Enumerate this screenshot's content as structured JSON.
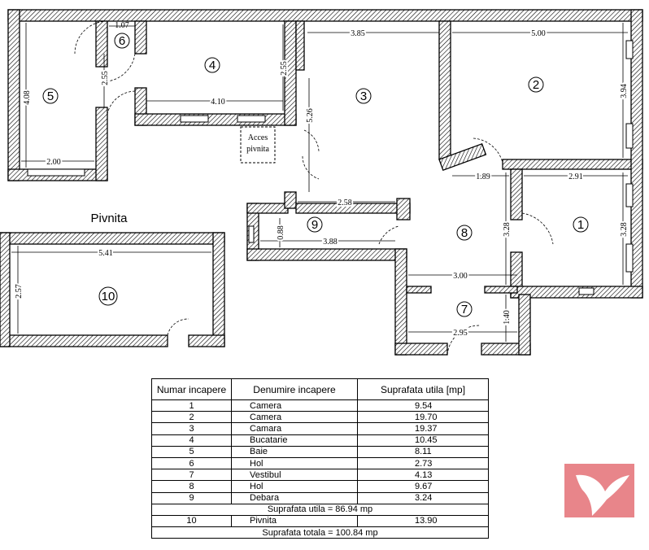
{
  "plan": {
    "basement_label": "Pivnita",
    "acces_label_1": "Acces",
    "acces_label_2": "pivnita",
    "rooms": [
      {
        "num": "1"
      },
      {
        "num": "2"
      },
      {
        "num": "3"
      },
      {
        "num": "4"
      },
      {
        "num": "5"
      },
      {
        "num": "6"
      },
      {
        "num": "7"
      },
      {
        "num": "8"
      },
      {
        "num": "9"
      },
      {
        "num": "10"
      }
    ],
    "dimensions": {
      "d_1_07": "1.07",
      "d_3_85": "3.85",
      "d_5_00": "5.00",
      "d_2_55a": "2.55",
      "d_2_55b": "2.55",
      "d_4_08": "4.08",
      "d_4_10": "4.10",
      "d_5_26": "5.26",
      "d_3_94": "3.94",
      "d_2_00": "2.00",
      "d_1_89": "1.89",
      "d_2_91": "2.91",
      "d_2_58": "2.58",
      "d_0_88": "0.88",
      "d_3_28a": "3.28",
      "d_3_28b": "3.28",
      "d_3_88": "3.88",
      "d_5_41": "5.41",
      "d_2_57": "2.57",
      "d_3_00": "3.00",
      "d_1_40": "1.40",
      "d_2_95": "2.95"
    }
  },
  "table": {
    "headers": {
      "num": "Numar incapere",
      "name": "Denumire incapere",
      "area": "Suprafata utila [mp]"
    },
    "rows": [
      {
        "num": "1",
        "name": "Camera",
        "area": "9.54"
      },
      {
        "num": "2",
        "name": "Camera",
        "area": "19.70"
      },
      {
        "num": "3",
        "name": "Camara",
        "area": "19.37"
      },
      {
        "num": "4",
        "name": "Bucatarie",
        "area": "10.45"
      },
      {
        "num": "5",
        "name": "Baie",
        "area": "8.11"
      },
      {
        "num": "6",
        "name": "Hol",
        "area": "2.73"
      },
      {
        "num": "7",
        "name": "Vestibul",
        "area": "4.13"
      },
      {
        "num": "8",
        "name": "Hol",
        "area": "9.67"
      },
      {
        "num": "9",
        "name": "Debara",
        "area": "3.24"
      }
    ],
    "subtotal": "Suprafata utila = 86.94 mp",
    "extra_row": {
      "num": "10",
      "name": "Pivnita",
      "area": "13.90"
    },
    "total": "Suprafata totala = 100.84 mp"
  },
  "colors": {
    "logo": "#e8858a"
  }
}
